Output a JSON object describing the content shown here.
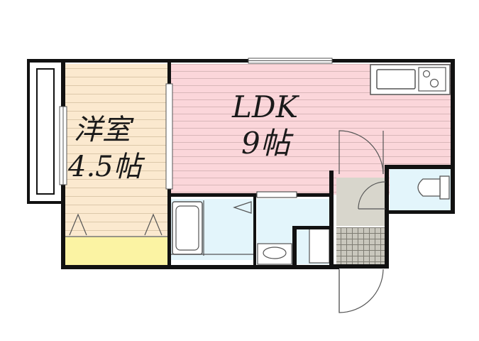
{
  "rooms": {
    "western_room": {
      "name": "洋室",
      "size": "4.5帖"
    },
    "ldk": {
      "name": "LDK",
      "size": "9帖"
    }
  },
  "colors": {
    "western_room_floor": "#fbe9cf",
    "closet": "#fbf3a3",
    "ldk_floor": "#fbd6da",
    "wet_area": "#e3f5fb",
    "entrance": "#d8d6cc",
    "wall": "#111111"
  }
}
